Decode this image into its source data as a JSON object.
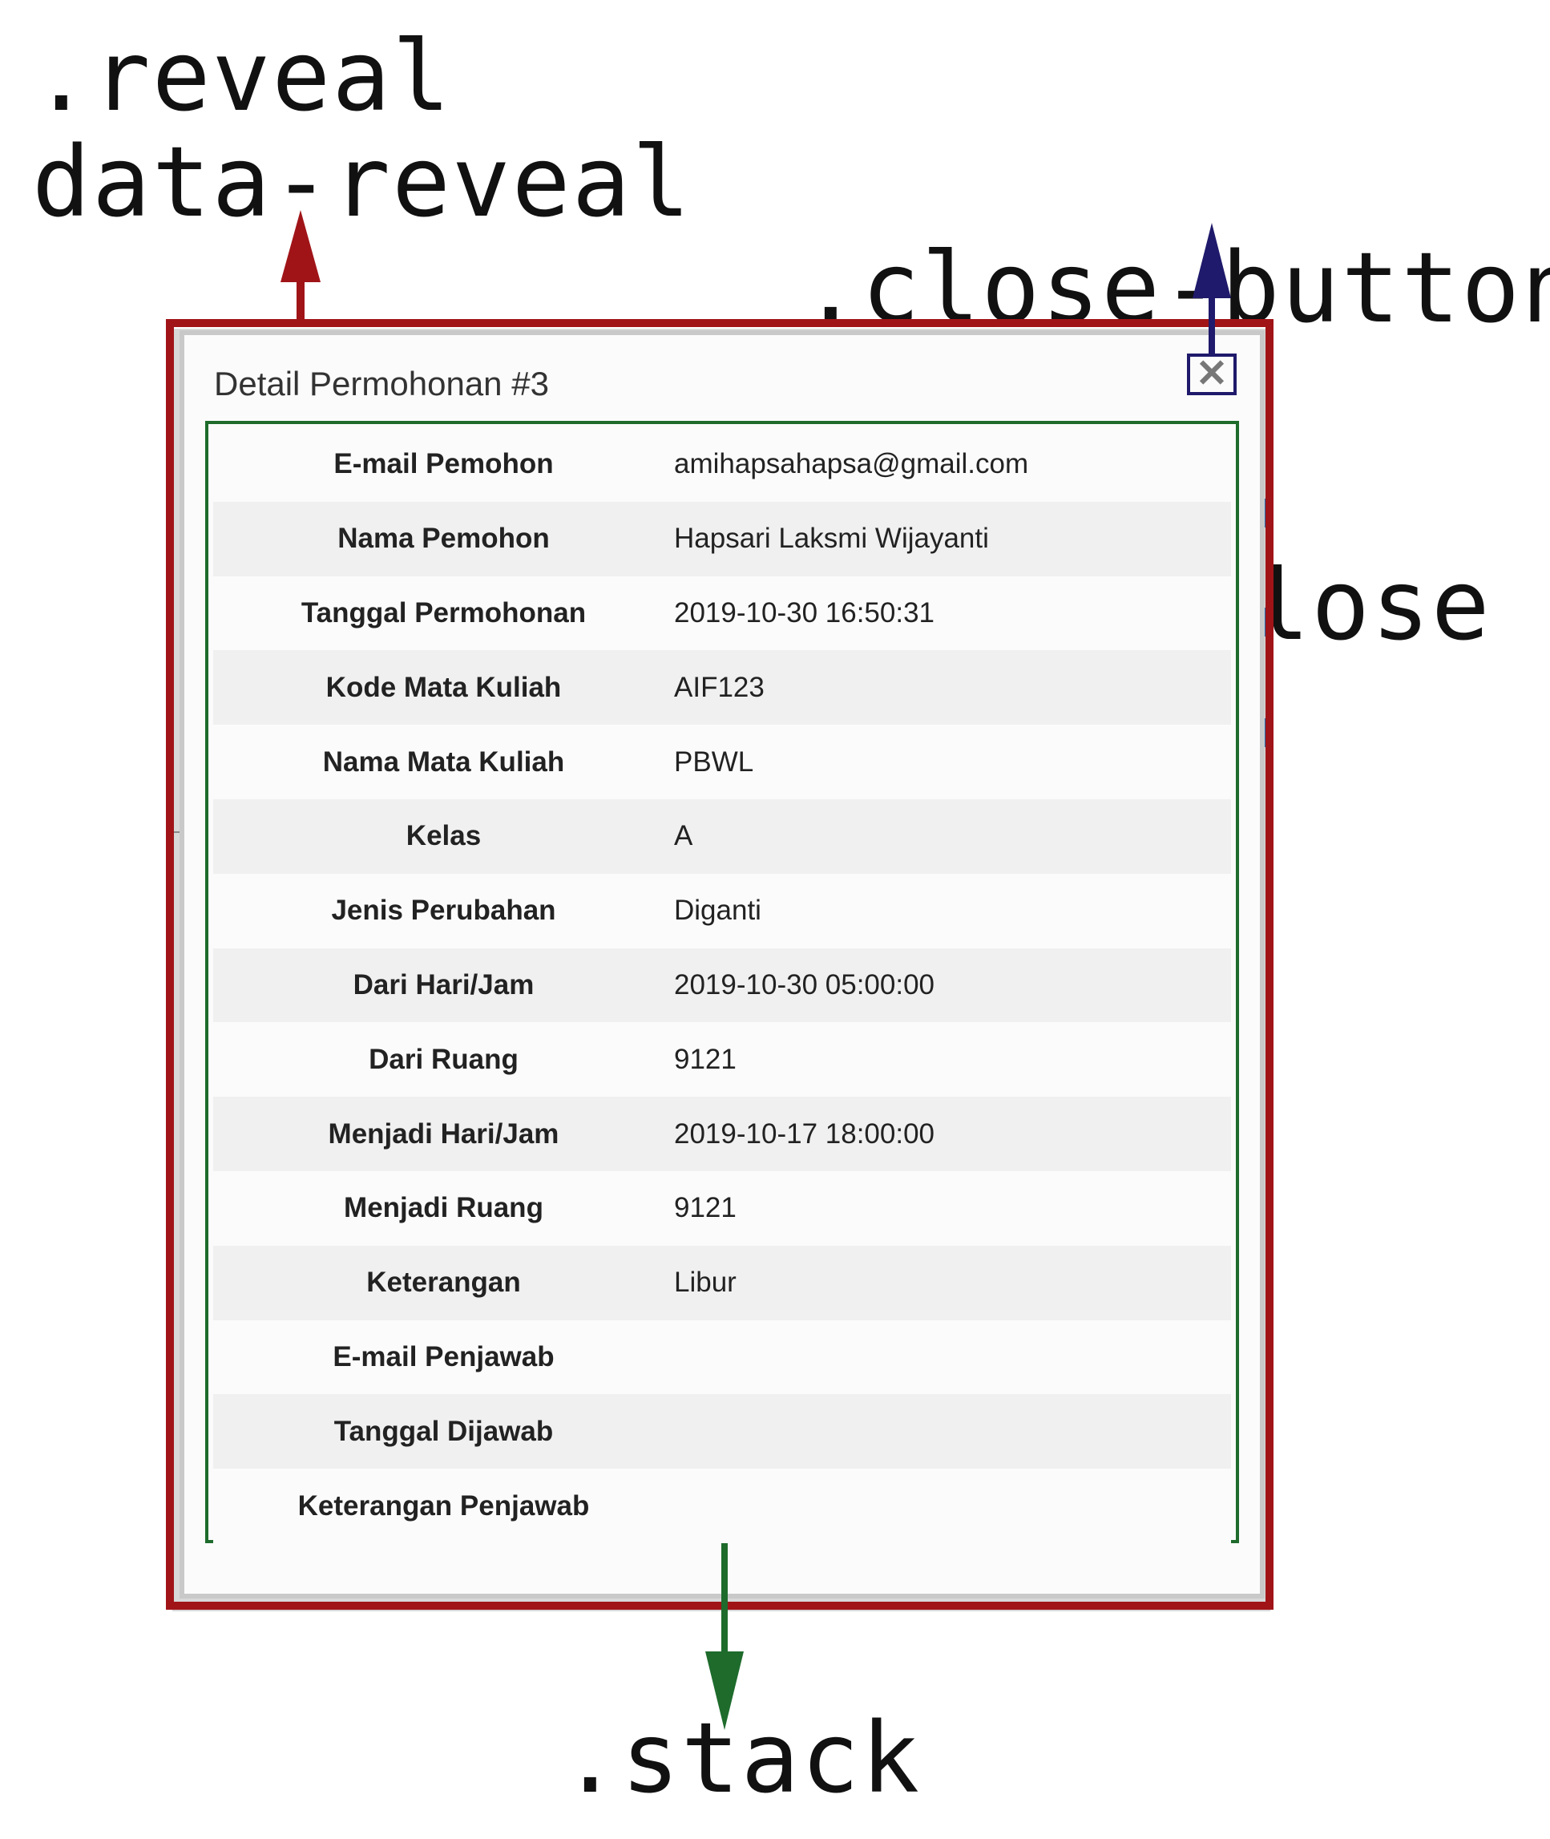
{
  "annotations": {
    "reveal_line1": ".reveal",
    "reveal_line2": "data-reveal",
    "close_line1": ".close-button",
    "close_line2": "data-close",
    "stack": ".stack"
  },
  "modal": {
    "title": "Detail Permohonan #3",
    "close_icon": "close-icon",
    "rows": [
      {
        "label": "E-mail Pemohon",
        "value": "amihapsahapsa@gmail.com"
      },
      {
        "label": "Nama Pemohon",
        "value": "Hapsari Laksmi Wijayanti"
      },
      {
        "label": "Tanggal Permohonan",
        "value": "2019-10-30 16:50:31"
      },
      {
        "label": "Kode Mata Kuliah",
        "value": "AIF123"
      },
      {
        "label": "Nama Mata Kuliah",
        "value": "PBWL"
      },
      {
        "label": "Kelas",
        "value": "A"
      },
      {
        "label": "Jenis Perubahan",
        "value": "Diganti"
      },
      {
        "label": "Dari Hari/Jam",
        "value": "2019-10-30 05:00:00"
      },
      {
        "label": "Dari Ruang",
        "value": "9121"
      },
      {
        "label": "Menjadi Hari/Jam",
        "value": "2019-10-17 18:00:00"
      },
      {
        "label": "Menjadi Ruang",
        "value": "9121"
      },
      {
        "label": "Keterangan",
        "value": "Libur"
      },
      {
        "label": "E-mail Penjawab",
        "value": ""
      },
      {
        "label": "Tanggal Dijawab",
        "value": ""
      },
      {
        "label": "Keterangan Penjawab",
        "value": ""
      }
    ]
  },
  "colors": {
    "reveal": "#a01418",
    "close": "#1f1a6b",
    "stack": "#1e6b2c"
  }
}
